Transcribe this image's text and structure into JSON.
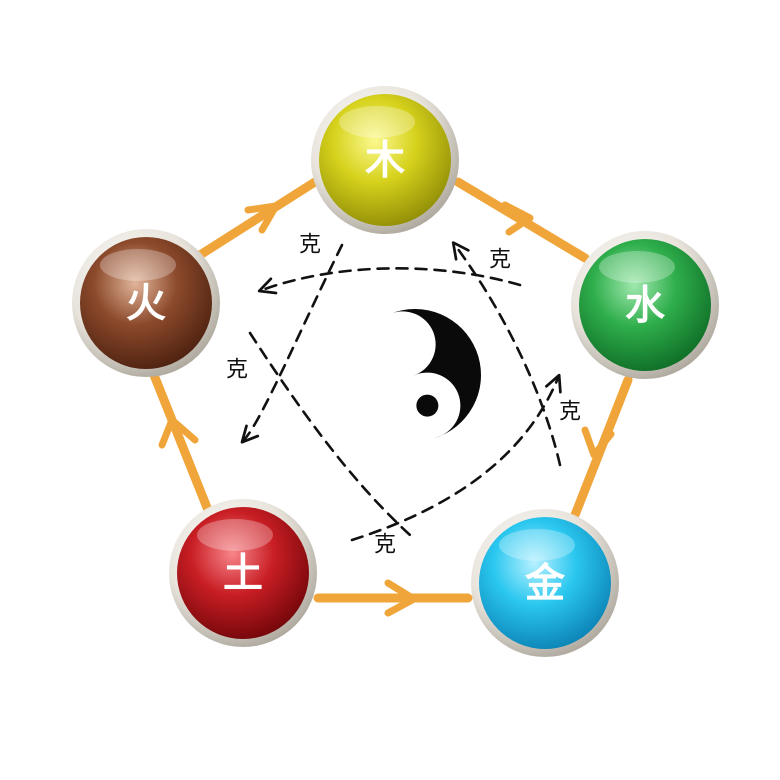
{
  "diagram": {
    "elements": [
      {
        "key": "wood",
        "label": "木",
        "color": "#d6d21c",
        "dark": "#8d8a06",
        "light": "#fbf98e"
      },
      {
        "key": "water",
        "label": "水",
        "color": "#2fae4c",
        "dark": "#0d6a24",
        "light": "#9fe8ad"
      },
      {
        "key": "metal",
        "label": "金",
        "color": "#2ac7ef",
        "dark": "#0a7fb2",
        "light": "#b6f1ff"
      },
      {
        "key": "earth",
        "label": "土",
        "color": "#c81e24",
        "dark": "#6e0508",
        "light": "#f7858a"
      },
      {
        "key": "fire",
        "label": "火",
        "color": "#8c4a2c",
        "dark": "#4a1f0e",
        "light": "#e1b49a"
      }
    ],
    "ke_labels": [
      "克",
      "克",
      "克",
      "克",
      "克"
    ],
    "arrow_color": "#f0a53a",
    "dash_color": "#111111"
  }
}
